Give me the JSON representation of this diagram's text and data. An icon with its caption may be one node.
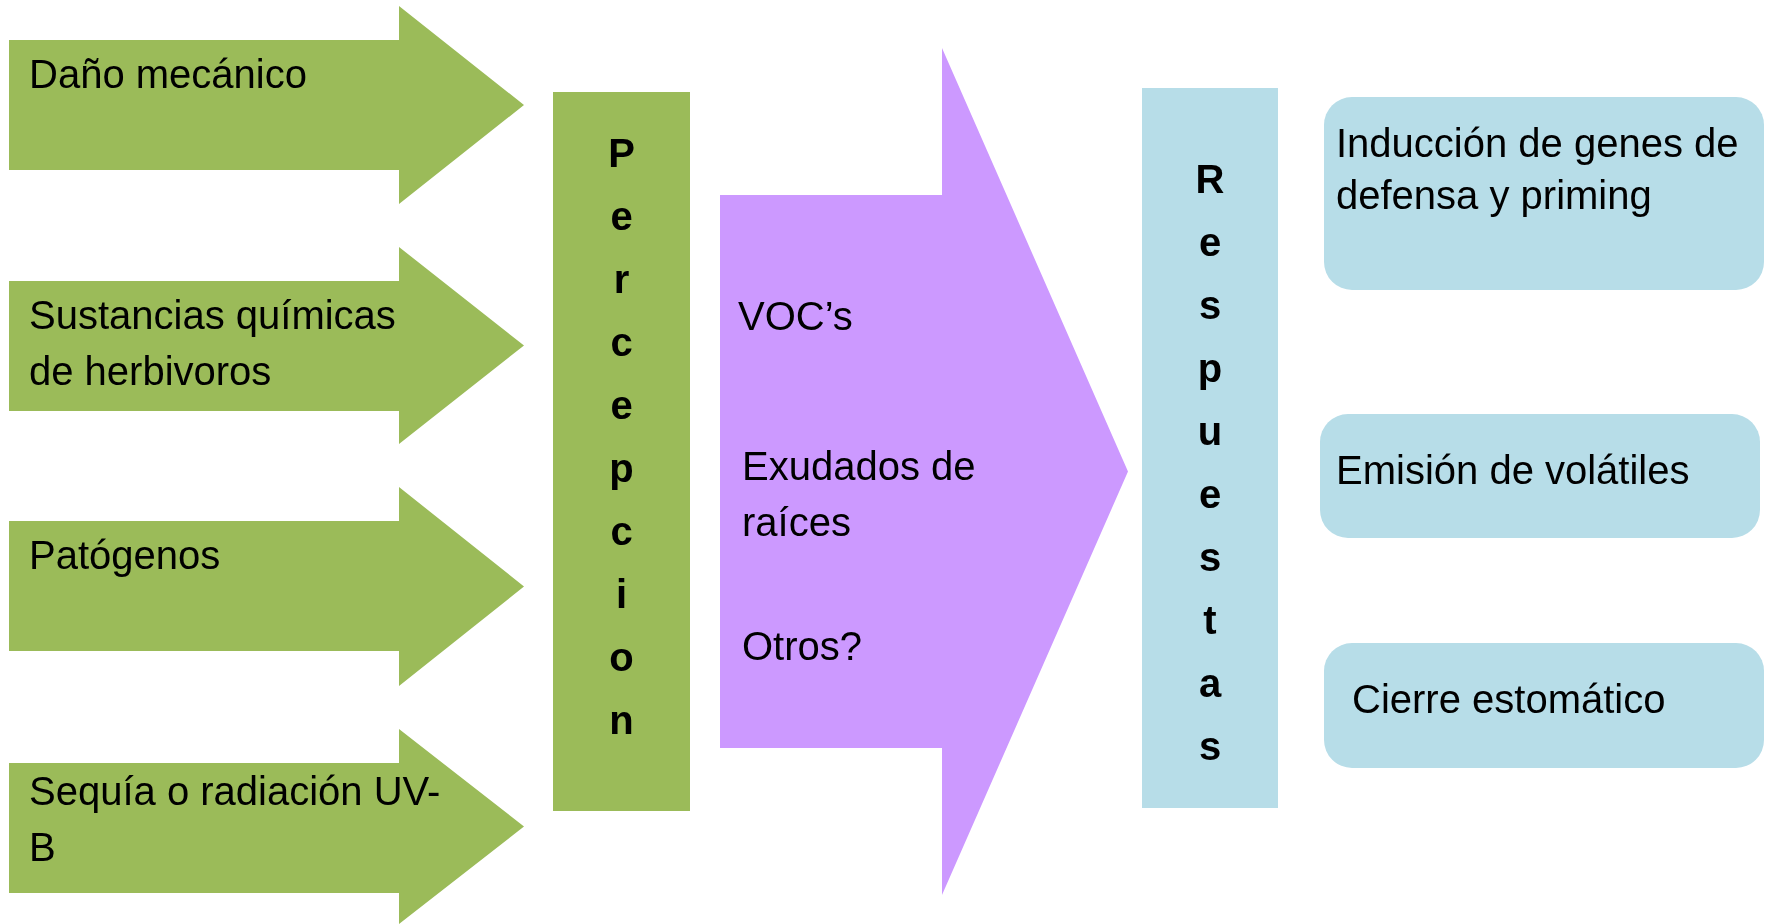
{
  "diagram": {
    "nodes": [
      {
        "text": [
          "Daño mecánico"
        ]
      },
      {
        "text": [
          "Sustancias químicas de herbivoros"
        ]
      },
      {
        "text": [
          "Patógenos"
        ]
      },
      {
        "text": [
          "Sequía o radiación UV-B"
        ]
      },
      {
        "text": [
          "Percepcion"
        ]
      },
      {
        "text": [
          "VOC’s",
          "Exudados de raíces",
          "Otros?"
        ]
      },
      {
        "text": [
          "Respuestas"
        ]
      },
      {
        "text": [
          "Inducción de genes de defensa y priming"
        ]
      },
      {
        "text": [
          "Emisión de volátiles"
        ]
      },
      {
        "text": [
          "Cierre estomático"
        ]
      }
    ]
  }
}
